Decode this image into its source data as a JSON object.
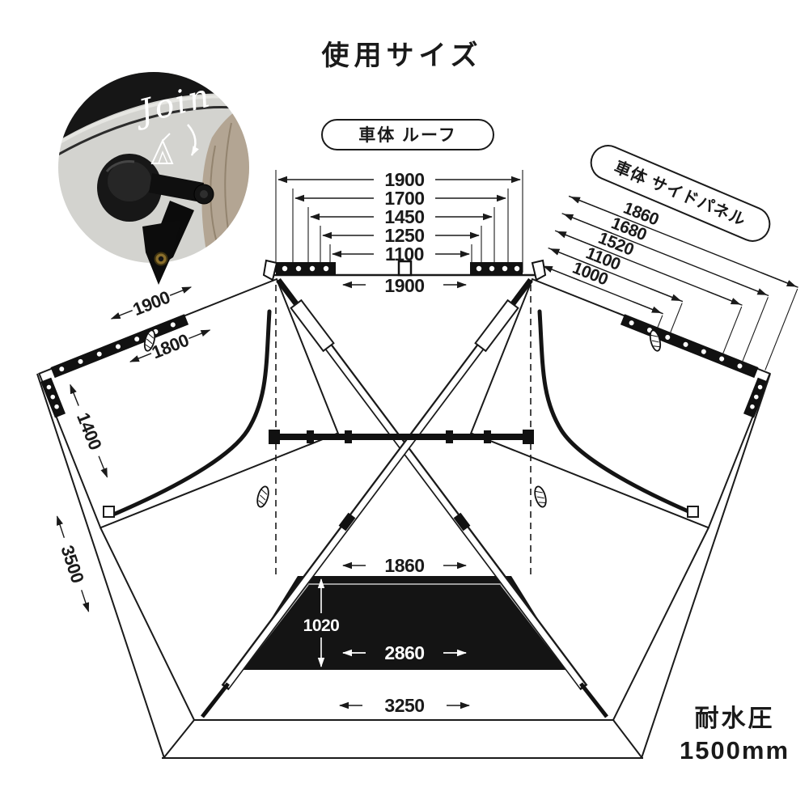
{
  "page": {
    "title": "使用サイズ"
  },
  "photo": {
    "script": "Join"
  },
  "labels": {
    "roof_pill": "車体 ルーフ",
    "side_pill": "車体 サイドパネル"
  },
  "footer": {
    "water_label": "耐水圧",
    "water_value": "1500mm"
  },
  "dims": {
    "roof_stack": [
      "1900",
      "1700",
      "1450",
      "1250",
      "1100"
    ],
    "roof_inner_width": "1900",
    "side_stack": [
      "1860",
      "1680",
      "1520",
      "1100",
      "1000"
    ],
    "left_rail_length": "1900",
    "left_rail_inner": "1800",
    "left_panel_height": "1400",
    "left_side_length": "3500",
    "floor_top_width": "1860",
    "floor_depth": "1020",
    "floor_bottom_width": "2860",
    "base_width": "3250"
  },
  "icons": {
    "dimension_arrow": "triangle-arrowhead",
    "rope_loop": "fabric-loop",
    "grommet": "brass-grommet",
    "suction_mount": "suction-cup-clamp"
  },
  "colors": {
    "ink": "#1a1a1a",
    "floor": "#141414",
    "car_body": "#d3d3cf",
    "fabric": "#b3a593",
    "grommet_brass": "#8a6e2c"
  }
}
